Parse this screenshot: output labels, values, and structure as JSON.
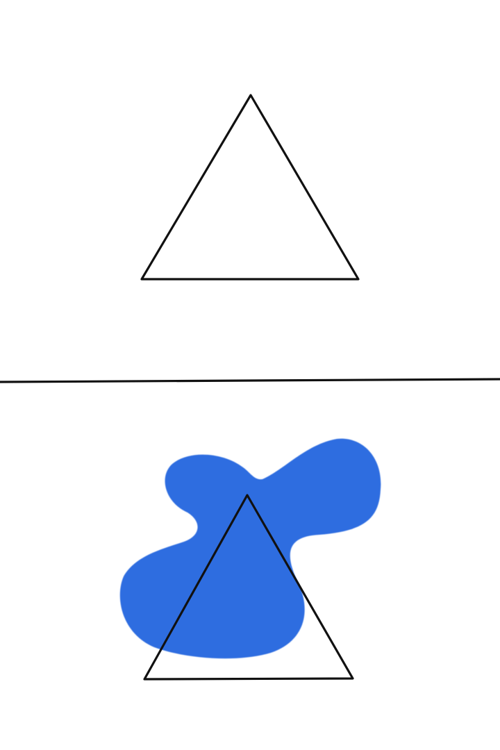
{
  "artwork": {
    "panels": [
      {
        "shape": "triangle",
        "stroke_color": "#111111",
        "fill": "none"
      },
      {
        "shape": "triangle-with-blob",
        "stroke_color": "#111111",
        "blob_color": "#2f6de0"
      }
    ],
    "background_color": "#ffffff",
    "divider_color": "#111111"
  }
}
